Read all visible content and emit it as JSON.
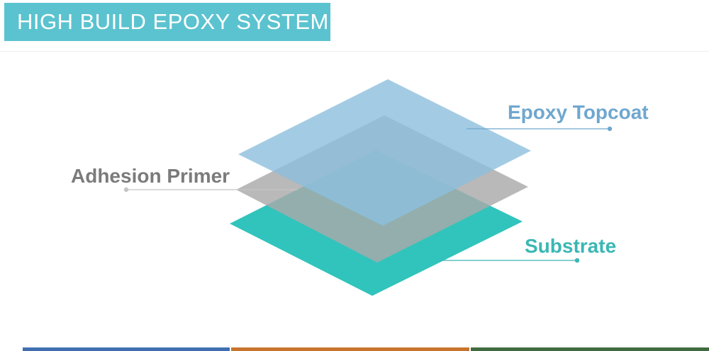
{
  "title": "HIGH BUILD EPOXY SYSTEM",
  "colors": {
    "banner": "#5bc3cf",
    "topcoat_layer": "#8cbfdd",
    "primer_layer": "#a9a9a9",
    "substrate_layer": "#30c4bd",
    "topcoat_label": "#6fa7cf",
    "primer_label": "#7b7b7b",
    "substrate_label": "#3bb7b4",
    "footer_blue": "#3f6fb0",
    "footer_orange": "#c8742c",
    "footer_green": "#3f6b3f"
  },
  "layers": [
    {
      "id": "substrate",
      "label": "Substrate"
    },
    {
      "id": "primer",
      "label": "Adhesion Primer"
    },
    {
      "id": "topcoat",
      "label": "Epoxy Topcoat"
    }
  ]
}
